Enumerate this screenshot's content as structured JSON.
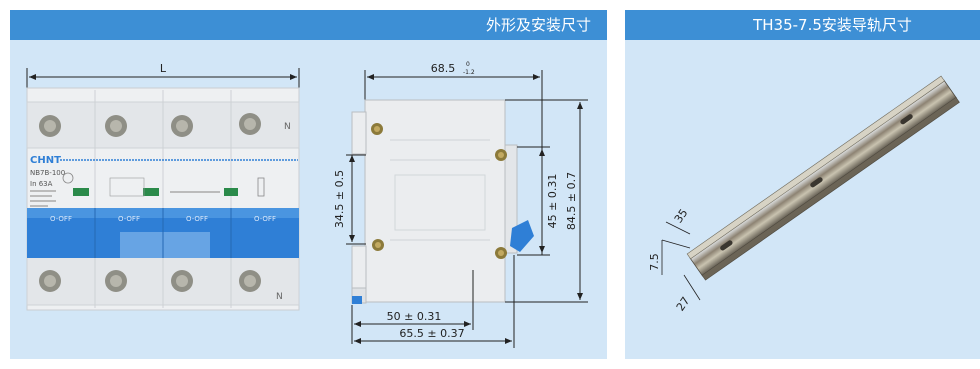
{
  "left_panel": {
    "title": "外形及安装尺寸"
  },
  "right_panel": {
    "title": "TH35-7.5安装导轨尺寸"
  },
  "front_view": {
    "width_label": "L",
    "brand": "CHNT",
    "model": "NB7B-100",
    "rating": "In 63A",
    "terminal_top": "N",
    "terminal_bottom": "N",
    "toggle_labels": [
      "O-OFF",
      "O-OFF",
      "O-OFF",
      "O-OFF"
    ]
  },
  "side_view": {
    "depth_label": "68.5",
    "depth_tol_upper": "0",
    "depth_tol_lower": "-1.2",
    "h_34": "34.5 ± 0.5",
    "h_45": "45 ± 0.31",
    "h_84": "84.5 ± 0.7",
    "w_50": "50 ± 0.31",
    "w_65": "65.5 ± 0.37"
  },
  "rail": {
    "dim_35": "35",
    "dim_7_5": "7.5",
    "dim_27": "27"
  },
  "colors": {
    "header_bg": "#3d8fd5",
    "panel_bg": "#d2e6f7",
    "breaker_blue": "#2f7fd6",
    "breaker_body": "#eef0f2"
  }
}
